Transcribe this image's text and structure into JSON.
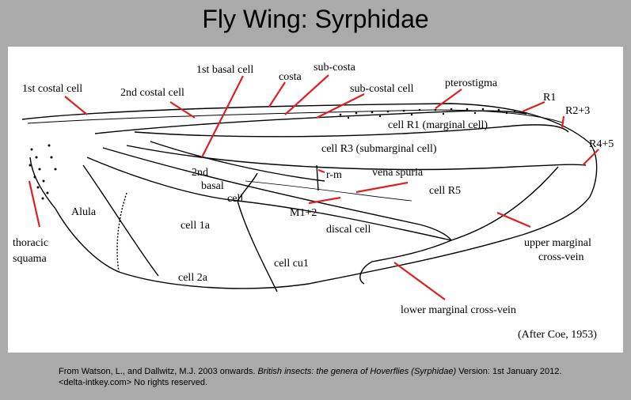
{
  "title": "Fly Wing: Syrphidae",
  "labels": {
    "costal1": "1st costal cell",
    "costal2": "2nd costal cell",
    "basal1": "1st basal cell",
    "costa": "costa",
    "subcosta": "sub-costa",
    "subcostal": "sub-costal cell",
    "pterostigma": "pterostigma",
    "r1": "R1",
    "r23": "R2+3",
    "r45": "R4+5",
    "cellr1": "cell R1 (marginal cell)",
    "cellr3": "cell R3 (submarginal cell)",
    "basal2a": "2nd",
    "basal2b": "basal",
    "basal2c": "cell",
    "rm": "r-m",
    "venaspuria": "vena spuria",
    "cellr5": "cell R5",
    "alula": "Alula",
    "cell1a": "cell 1a",
    "m12": "M1+2",
    "discal": "discal cell",
    "upper1": "upper marginal",
    "upper2": "cross-vein",
    "thoracic1": "thoracic",
    "thoracic2": "squama",
    "cellcu1": "cell cu1",
    "cell2a": "cell 2a",
    "lower": "lower marginal cross-vein",
    "after": "(After Coe, 1953)"
  },
  "footer": {
    "line1_pre": "From Watson, L., and Dallwitz, M.J. 2003 onwards. ",
    "line1_italic": "British insects: the genera of Hoverflies (Syrphidae)",
    "line1_post": " Version: 1st January 2012.",
    "line2": "<delta-intkey.com> No rights reserved."
  },
  "colors": {
    "annotation": "#e02020",
    "background": "#aaaaaa",
    "panel": "#ffffff"
  }
}
